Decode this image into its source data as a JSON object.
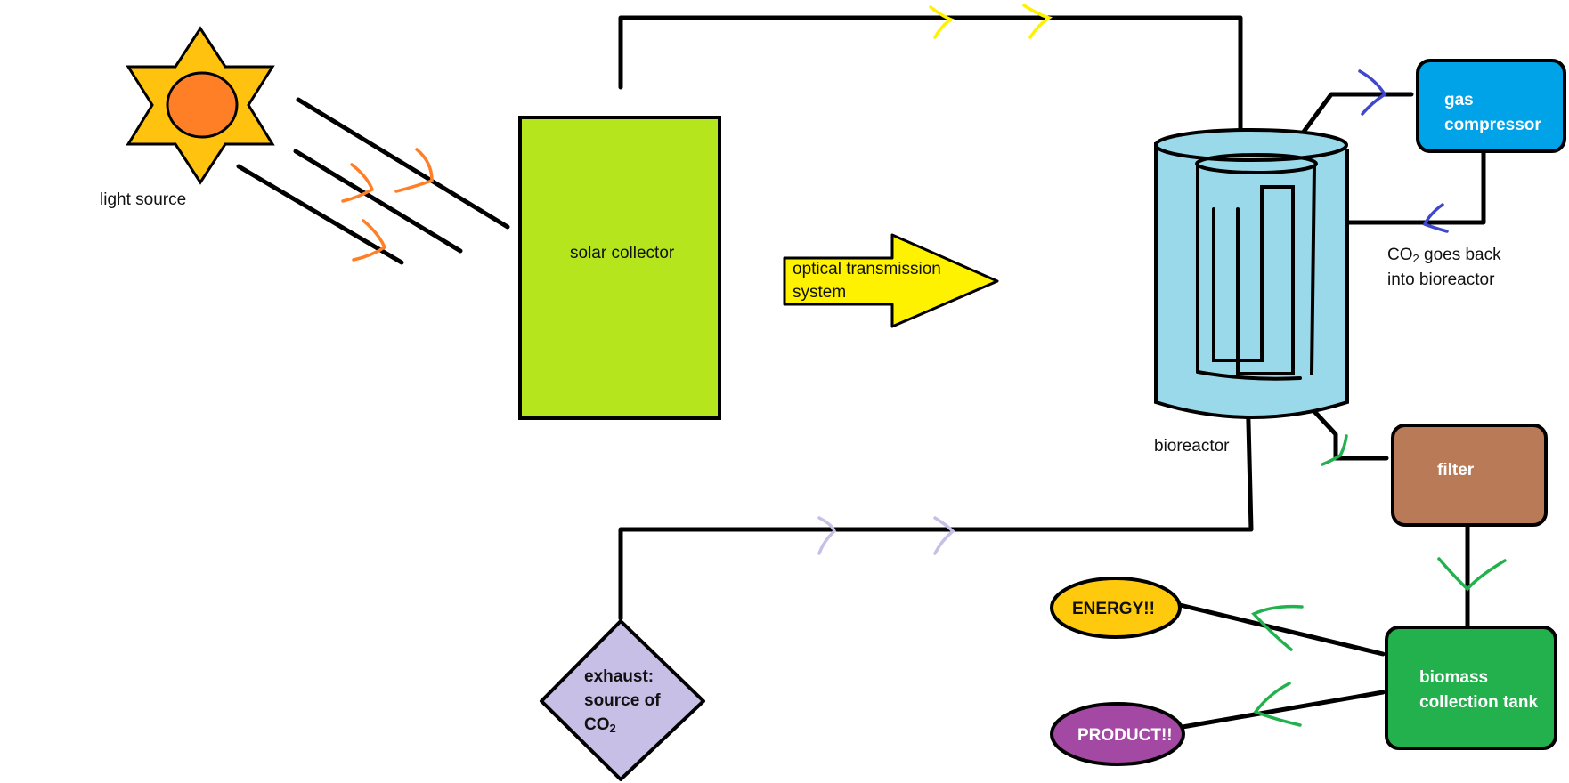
{
  "labels": {
    "light_source": "light source",
    "solar_collector": "solar collector",
    "optical_line1": "optical transmission",
    "optical_line2": "system",
    "bioreactor": "bioreactor",
    "gas_line1": "gas",
    "gas_line2": "compressor",
    "co2_back_prefix": "CO",
    "co2_back_sub": "2",
    "co2_back_rest": " goes back",
    "co2_back_line2": "into bioreactor",
    "filter": "filter",
    "exhaust_line1": "exhaust:",
    "exhaust_line2": "source of",
    "exhaust_co": "CO",
    "exhaust_sub": "2",
    "energy": "ENERGY!!",
    "product": "PRODUCT!!",
    "biomass_line1": "biomass",
    "biomass_line2": "collection tank"
  },
  "colors": {
    "sun_star": "#FFC20E",
    "sun_core": "#FF7F27",
    "solar_collector": "#B5E61D",
    "optical_arrow": "#FFF200",
    "bioreactor": "#99D9EA",
    "gas_compressor": "#00A2E8",
    "filter": "#B97A57",
    "exhaust": "#C8BFE7",
    "energy": "#FFC90E",
    "product": "#A349A4",
    "biomass_tank": "#22B14C",
    "light_chevron": "#FF7F27",
    "top_chevron": "#FFF200",
    "compressor_chevron": "#3F48CC",
    "filter_chevron": "#22B14C",
    "exhaust_chevron": "#C8BFE7"
  }
}
